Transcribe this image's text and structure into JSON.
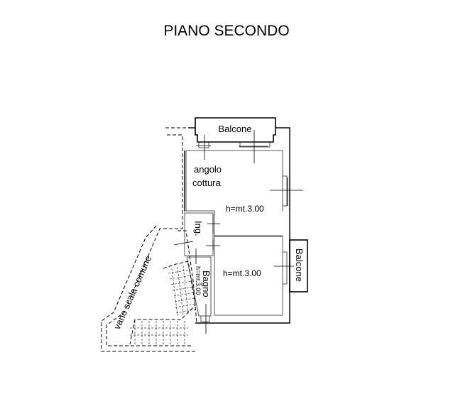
{
  "title": "PIANO SECONDO",
  "labels": {
    "balcone_top": "Balcone",
    "balcone_right": "Balcone",
    "angolo": "angolo",
    "cottura": "cottura",
    "height_living": "h=mt.3.00",
    "height_room": "h=mt.3.00",
    "ingresso": "Ing.",
    "bagno": "Bagno",
    "height_bagno": "h=mt.3.00",
    "vano_scala": "vano scala comune"
  }
}
